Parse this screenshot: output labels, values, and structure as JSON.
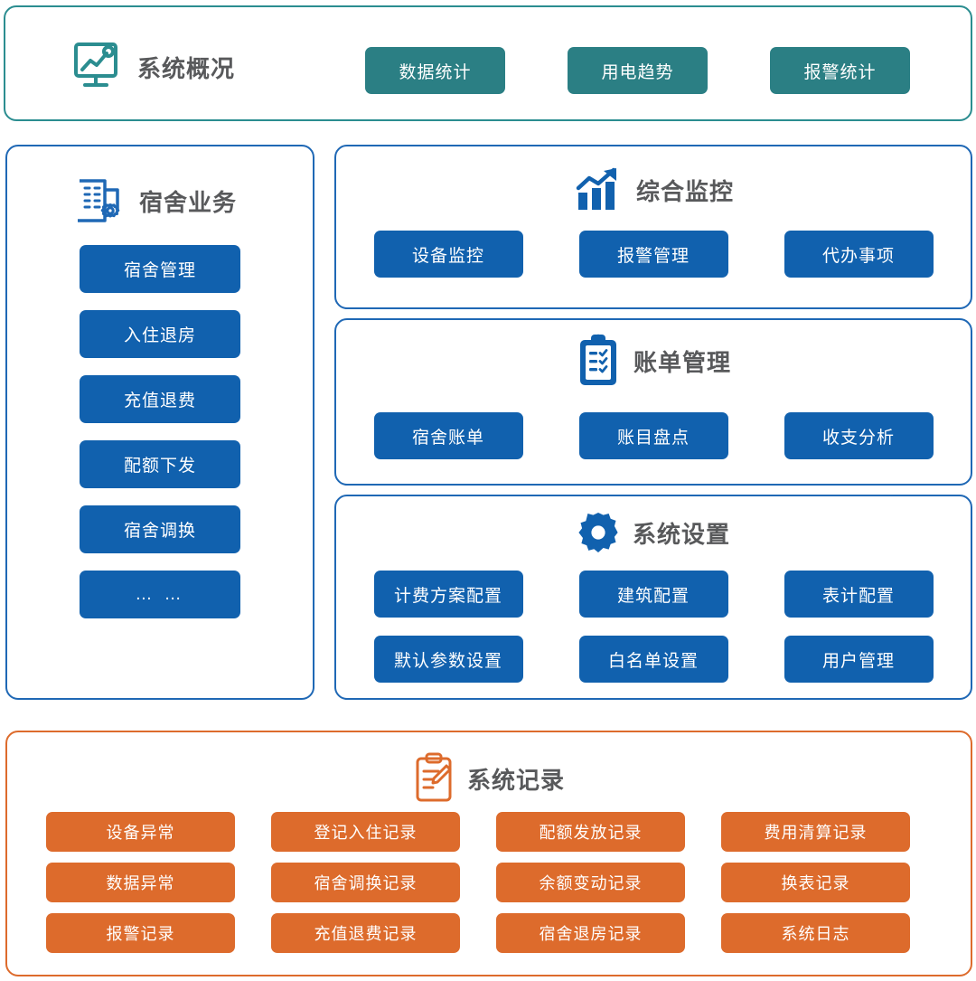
{
  "colors": {
    "teal_border": "#2b8d90",
    "teal_button": "#2b7f84",
    "blue_border": "#1f68b5",
    "blue_button": "#1161ae",
    "orange_border": "#dd6b2c",
    "orange_button": "#dd6b2c",
    "heading_text": "#58595b"
  },
  "overview": {
    "icon": "monitor-chart-icon",
    "title": "系统概况",
    "buttons": [
      {
        "label": "数据统计"
      },
      {
        "label": "用电趋势"
      },
      {
        "label": "报警统计"
      }
    ]
  },
  "dormitory": {
    "icon": "building-gear-icon",
    "title": "宿舍业务",
    "buttons": [
      {
        "label": "宿舍管理"
      },
      {
        "label": "入住退房"
      },
      {
        "label": "充值退费"
      },
      {
        "label": "配额下发"
      },
      {
        "label": "宿舍调换"
      },
      {
        "label": "…  …"
      }
    ]
  },
  "monitoring": {
    "icon": "bar-chart-arrow-icon",
    "title": "综合监控",
    "buttons": [
      {
        "label": "设备监控"
      },
      {
        "label": "报警管理"
      },
      {
        "label": "代办事项"
      }
    ]
  },
  "billing": {
    "icon": "clipboard-checklist-icon",
    "title": "账单管理",
    "buttons": [
      {
        "label": "宿舍账单"
      },
      {
        "label": "账目盘点"
      },
      {
        "label": "收支分析"
      }
    ]
  },
  "settings": {
    "icon": "gear-icon",
    "title": "系统设置",
    "row1": [
      {
        "label": "计费方案配置"
      },
      {
        "label": "建筑配置"
      },
      {
        "label": "表计配置"
      }
    ],
    "row2": [
      {
        "label": "默认参数设置"
      },
      {
        "label": "白名单设置"
      },
      {
        "label": "用户管理"
      }
    ]
  },
  "records": {
    "icon": "clipboard-pencil-icon",
    "title": "系统记录",
    "buttons": [
      {
        "label": "设备异常"
      },
      {
        "label": "登记入住记录"
      },
      {
        "label": "配额发放记录"
      },
      {
        "label": "费用清算记录"
      },
      {
        "label": "数据异常"
      },
      {
        "label": "宿舍调换记录"
      },
      {
        "label": "余额变动记录"
      },
      {
        "label": "换表记录"
      },
      {
        "label": "报警记录"
      },
      {
        "label": "充值退费记录"
      },
      {
        "label": "宿舍退房记录"
      },
      {
        "label": "系统日志"
      }
    ]
  }
}
